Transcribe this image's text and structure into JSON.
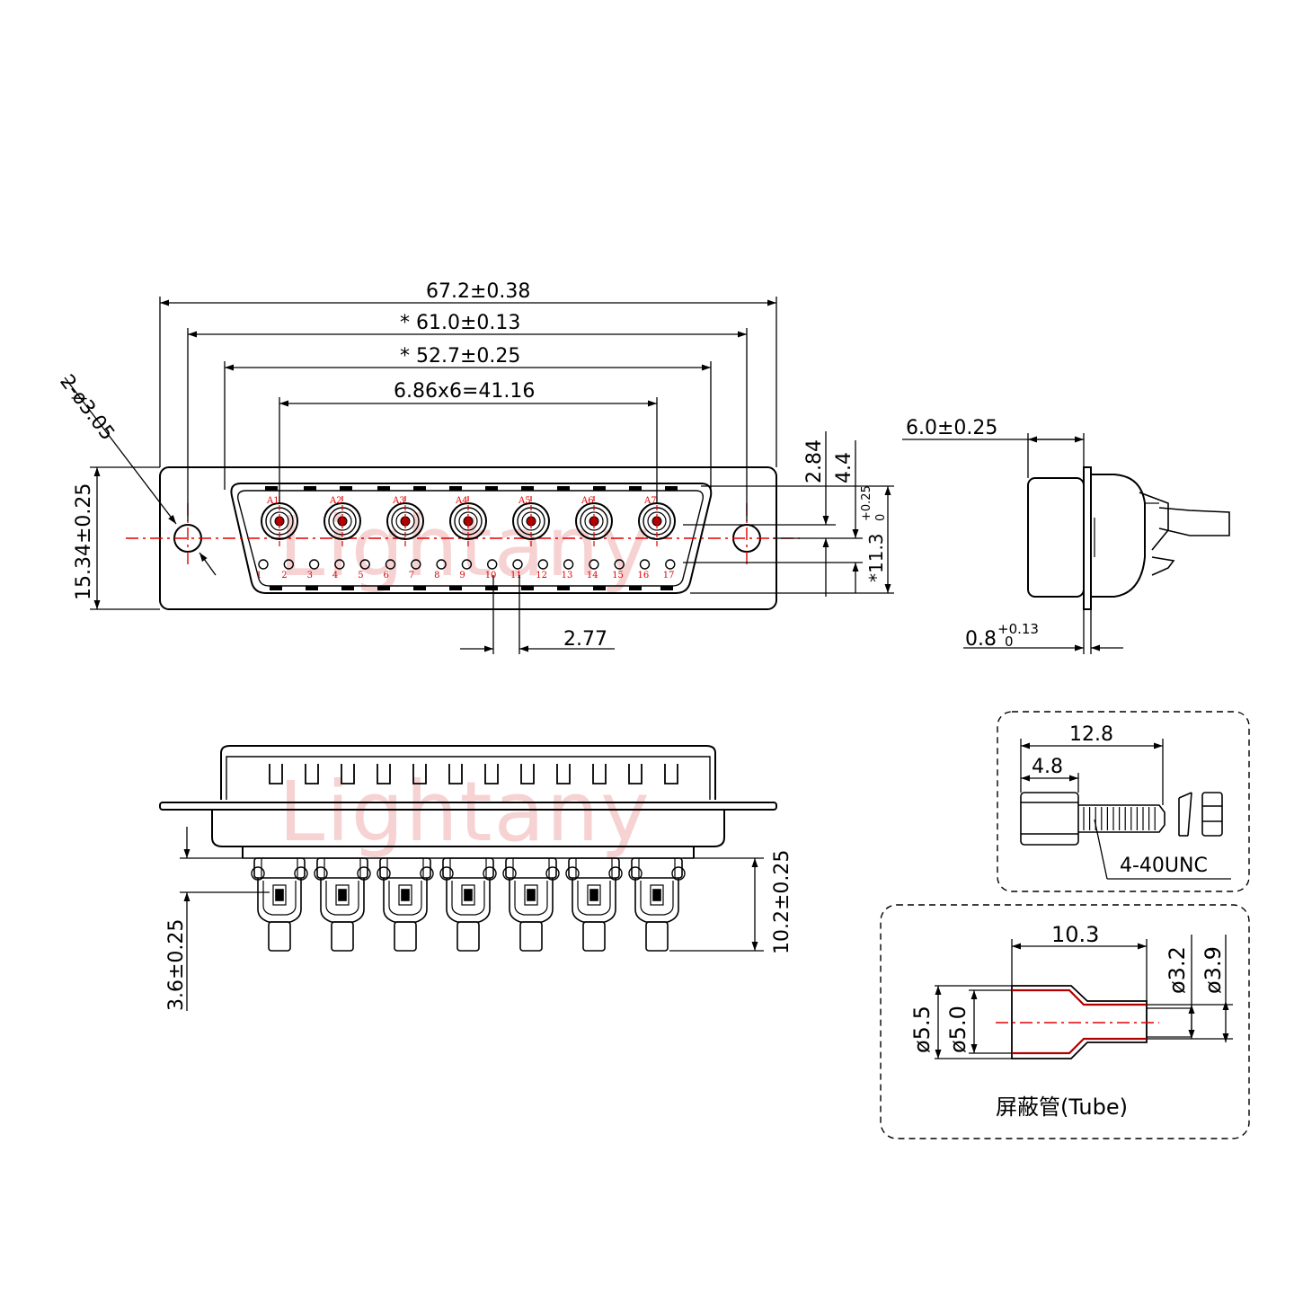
{
  "watermark": "Lightany",
  "colors": {
    "line": "#000000",
    "centerline": "#e00000",
    "tube_wall": "#b00000",
    "pin_label": "#e00000"
  },
  "front_view": {
    "mount_holes_label": "2-ø3.05",
    "overall_width": "67.2±0.38",
    "hole_spacing": "* 61.0±0.13",
    "shell_width": "* 52.7±0.25",
    "coax_pitch": "6.86x6=41.16",
    "height": "15.34±0.25",
    "dim_2_84": "2.84",
    "dim_4_4": "4.4",
    "dim_11_3_main": "*11.3",
    "dim_11_3_tol": "+0.25",
    "dim_11_3_tol_low": "0",
    "signal_pitch": "2.77",
    "coax_labels": [
      "A1",
      "A2",
      "A3",
      "A4",
      "A5",
      "A6",
      "A7"
    ],
    "signal_labels": [
      "1",
      "2",
      "3",
      "4",
      "5",
      "6",
      "7",
      "8",
      "9",
      "10",
      "11",
      "12",
      "13",
      "14",
      "15",
      "16",
      "17"
    ]
  },
  "side_view": {
    "depth": "6.0±0.25",
    "flange_main": "0.8",
    "flange_tol_up": "+0.13",
    "flange_tol_low": "0"
  },
  "bottom_view": {
    "pin_length": "10.2±0.25",
    "standoff": "3.6±0.25"
  },
  "screw_detail": {
    "total_length": "12.8",
    "head_length": "4.8",
    "thread": "4-40UNC"
  },
  "tube_detail": {
    "length": "10.3",
    "d_small_inner": "ø3.2",
    "d_small_outer": "ø3.9",
    "d_large_outer": "ø5.5",
    "d_large_inner": "ø5.0",
    "caption": "屏蔽管(Tube)"
  }
}
